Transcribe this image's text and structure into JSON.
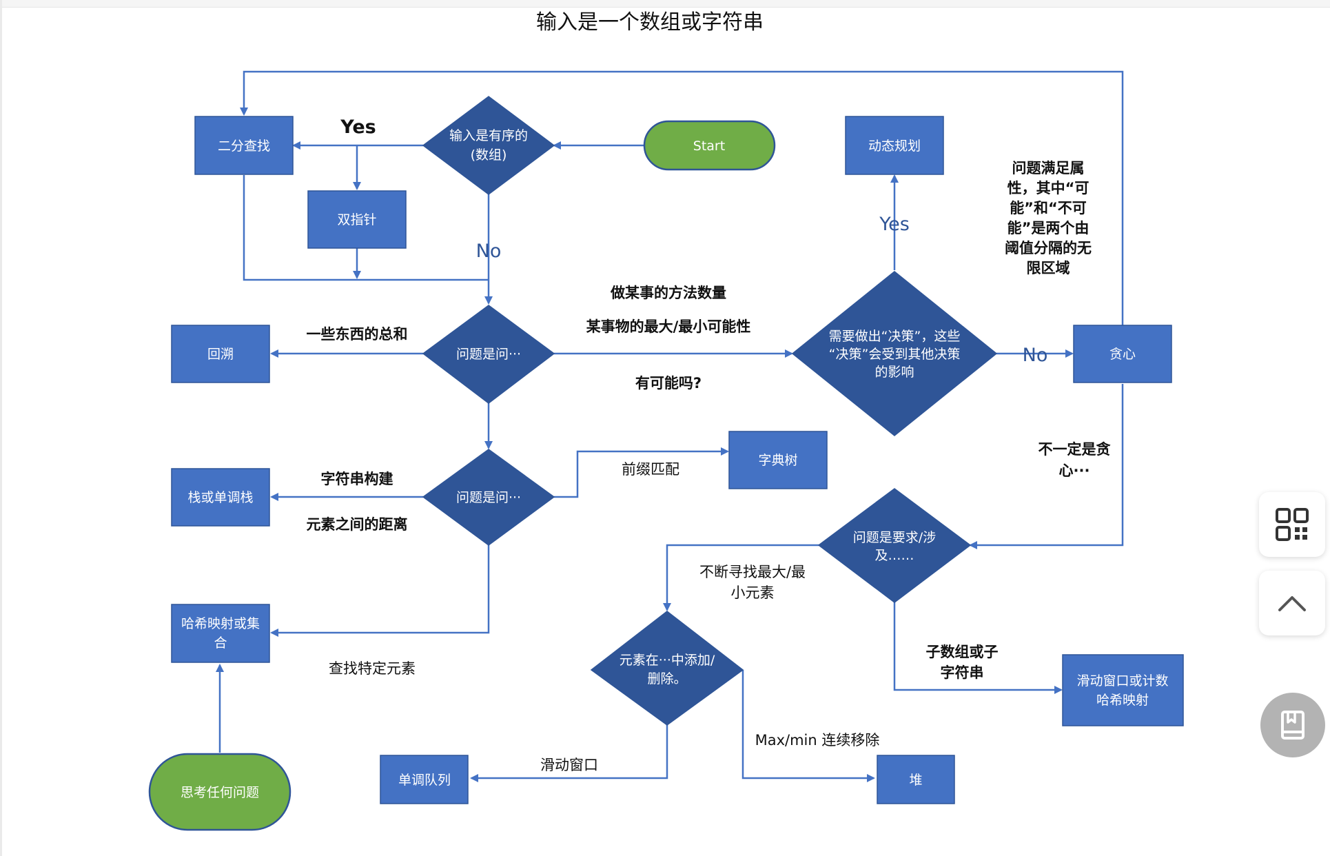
{
  "title": "输入是一个数组或字符串",
  "nodes": {
    "start": "Start",
    "sorted_q": [
      "输入是有序的",
      "(数组)"
    ],
    "binary_search": "二分查找",
    "two_pointers": "双指针",
    "dp": "动态规划",
    "backtrack": "回溯",
    "problem_q1": "问题是问···",
    "decision_q": [
      "需要做出“决策”，这些",
      "“决策”会受到其他决策",
      "的影响"
    ],
    "greedy": "贪心",
    "trie": "字典树",
    "stack": "栈或单调栈",
    "problem_q2": "问题是问···",
    "hashmap": [
      "哈希映射或集",
      "合"
    ],
    "require_q": [
      "问题是要求/涉",
      "及……"
    ],
    "element_q": [
      "元素在···中添加/",
      "删除。"
    ],
    "sliding_hash": [
      "滑动窗口或计数",
      "哈希映射"
    ],
    "mono_queue": "单调队列",
    "heap": "堆",
    "think": "思考任何问题"
  },
  "labels": {
    "yes_left": "Yes",
    "no_down": "No",
    "yes_dp": "Yes",
    "no_greedy": "No",
    "ways_count": "做某事的方法数量",
    "max_min_possibility": "某事物的最大/最小可能性",
    "is_possible": "有可能吗?",
    "sum_of_things": "一些东西的总和",
    "greedy_property": [
      "问题满足属",
      "性，其中“可",
      "能”和“不可",
      "能”是两个由",
      "阈值分隔的无",
      "限区域"
    ],
    "not_necessarily_greedy": [
      "不一定是贪",
      "心···"
    ],
    "prefix_match": "前缀匹配",
    "string_build": "字符串构建",
    "element_distance": "元素之间的距离",
    "find_element": "查找特定元素",
    "keep_finding": [
      "不断寻找最大/最",
      "小元素"
    ],
    "subarray": [
      "子数组或子",
      "字符串"
    ],
    "sliding_window": "滑动窗口",
    "maxmin_remove": "Max/min 连续移除"
  },
  "colors": {
    "box": "#4472c4",
    "diamond": "#2f5597",
    "terminal": "#70ad47",
    "edge": "#4472c4"
  },
  "icons": [
    "qr-code-icon",
    "chevron-up-icon",
    "book-icon"
  ]
}
